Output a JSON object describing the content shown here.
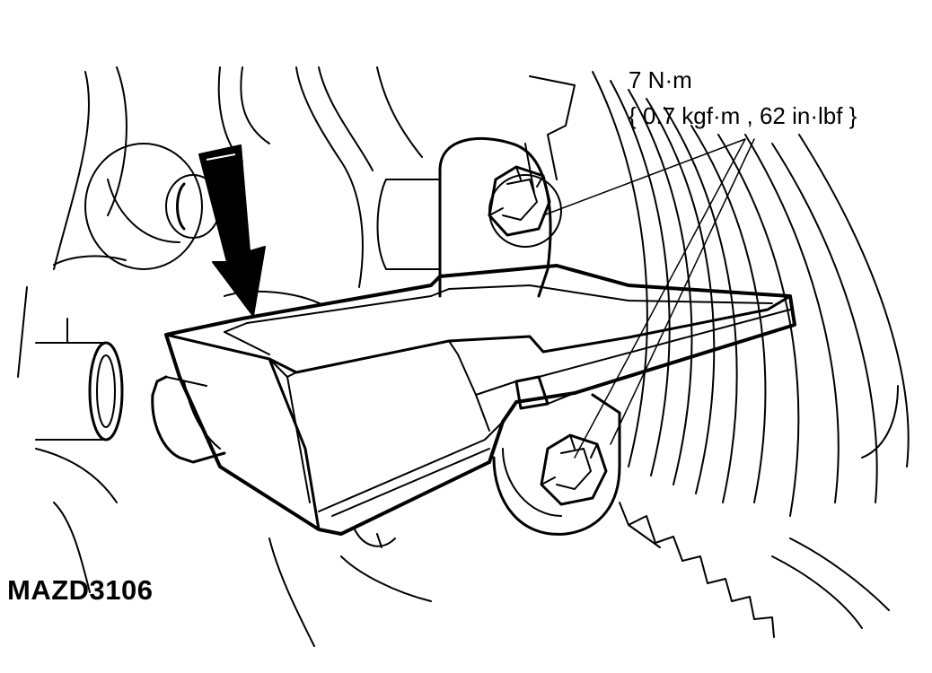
{
  "annotation": {
    "torque_value": "7 N·m",
    "torque_alt": "{ 0.7 kgf·m , 62 in·lbf }"
  },
  "figure_code": "MAZD3106",
  "colors": {
    "ink": "#000000",
    "paper": "#ffffff"
  },
  "icons": [
    "direction-arrow-icon"
  ]
}
